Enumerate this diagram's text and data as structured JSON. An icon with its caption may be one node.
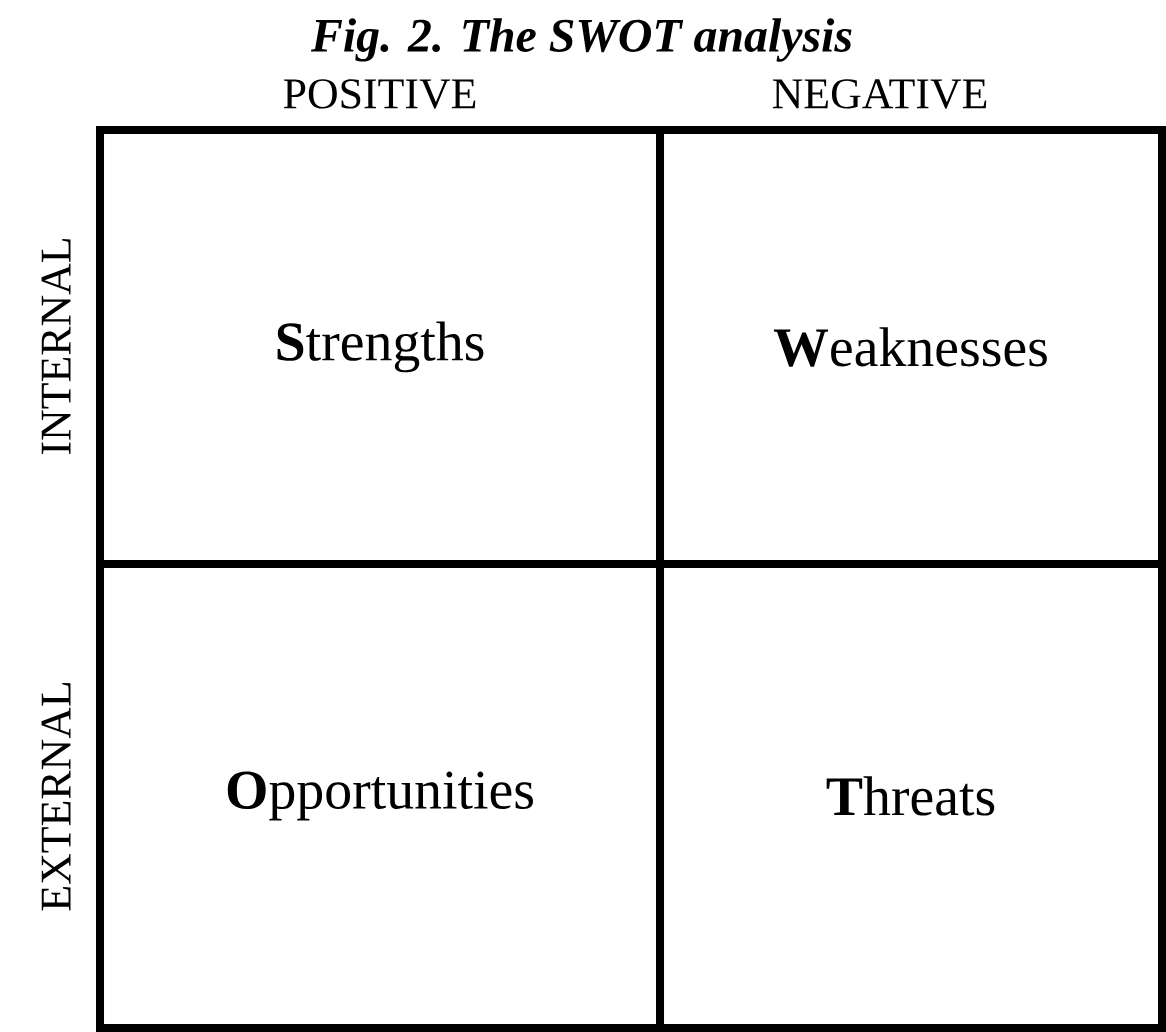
{
  "diagram": {
    "title": "Fig. 2. The SWOT analysis",
    "nodes": [
      {
        "text": [
          "**S**trengths"
        ]
      },
      {
        "text": [
          "**W**eaknesses"
        ]
      },
      {
        "text": [
          "**O**pportunities"
        ]
      },
      {
        "text": [
          "**T**hreats"
        ]
      }
    ],
    "labels": [
      "POSITIVE",
      "NEGATIVE",
      "INTERNAL",
      "EXTERNAL"
    ]
  }
}
